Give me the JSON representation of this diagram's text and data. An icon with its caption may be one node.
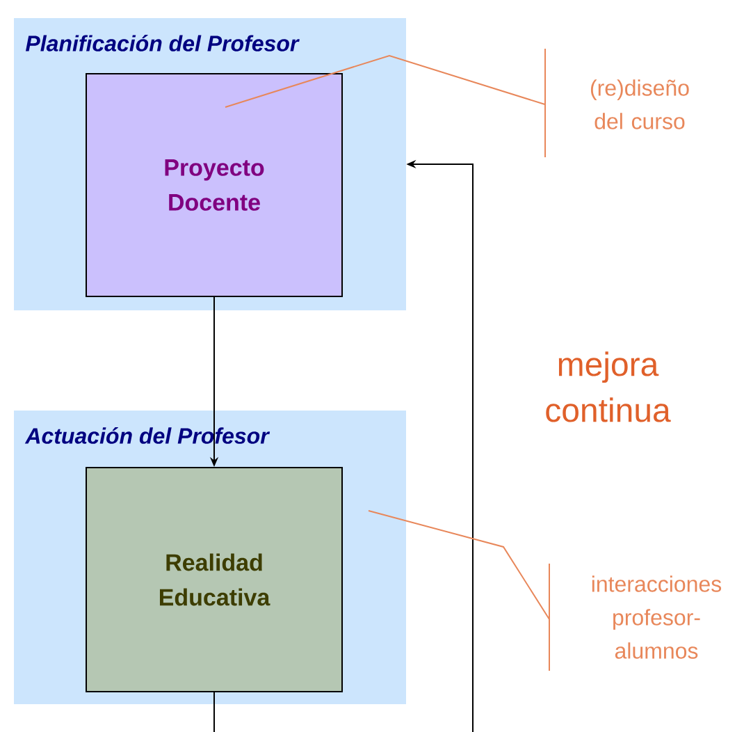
{
  "diagram": {
    "nodes": [
      {
        "text": [
          "Planificación del Profesor"
        ]
      },
      {
        "text": [
          "Proyecto Docente"
        ],
        "in": 0
      },
      {
        "text": [
          "Actuación del Profesor"
        ]
      },
      {
        "text": [
          "Realidad Educativa"
        ],
        "in": 2
      },
      {
        "text": [
          "(re)diseño del curso"
        ]
      },
      {
        "text": [
          "interacciones profesor- alumnos"
        ]
      }
    ],
    "edges": [
      {
        "from": 1,
        "to": 3,
        "arrow": "to"
      },
      {
        "from": 3,
        "to": null,
        "arrow": "none"
      },
      {
        "from": null,
        "to": 0,
        "arrow": "to"
      },
      {
        "from": 4,
        "to": 1,
        "arrow": "none",
        "color": "#e8875a"
      },
      {
        "from": 5,
        "to": 2,
        "arrow": "none",
        "color": "#e8875a"
      }
    ],
    "labels": [
      "mejora continua"
    ]
  }
}
